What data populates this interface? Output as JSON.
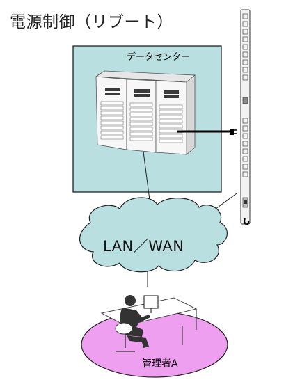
{
  "title": "電源制御（リブート）",
  "datacenter": {
    "label": "データセンター"
  },
  "network": {
    "label": "LAN／WAN"
  },
  "user": {
    "label": "管理者A"
  },
  "colors": {
    "datacenter_fill": "#b9dfe0",
    "cloud_fill": "#b9dfe0",
    "user_zone_fill": "#ef9ff0",
    "pdu_fill": "#f2f2f2"
  },
  "icons": [
    "server-rack-icon",
    "pdu-strip-icon",
    "power-plug-icon",
    "person-at-desk-icon",
    "cloud-icon"
  ]
}
